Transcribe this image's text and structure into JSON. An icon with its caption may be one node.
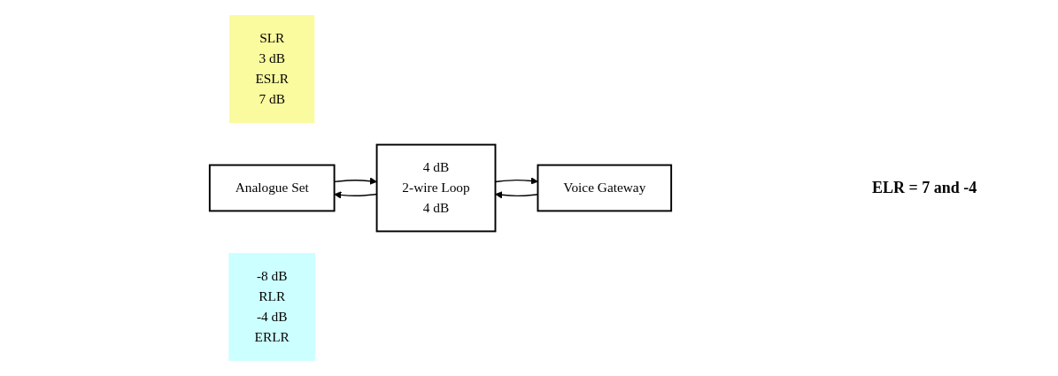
{
  "diagram": {
    "nodes": [
      {
        "text": [
          "SLR",
          "3 dB",
          "ESLR",
          "7 dB"
        ]
      },
      {
        "text": [
          "Analogue Set"
        ]
      },
      {
        "text": [
          "4 dB",
          "2-wire Loop",
          "4 dB"
        ]
      },
      {
        "text": [
          "Voice Gateway"
        ]
      },
      {
        "text": [
          "-8 dB",
          "RLR",
          "-4 dB",
          "ERLR"
        ]
      }
    ],
    "edges": [
      {
        "from": 1,
        "to": 2,
        "arrow": "to"
      },
      {
        "from": 2,
        "to": 3,
        "arrow": "to"
      },
      {
        "from": 3,
        "to": 2,
        "arrow": "to"
      },
      {
        "from": 2,
        "to": 1,
        "arrow": "to"
      }
    ],
    "labels": [
      "ELR = 7 and -4"
    ]
  }
}
